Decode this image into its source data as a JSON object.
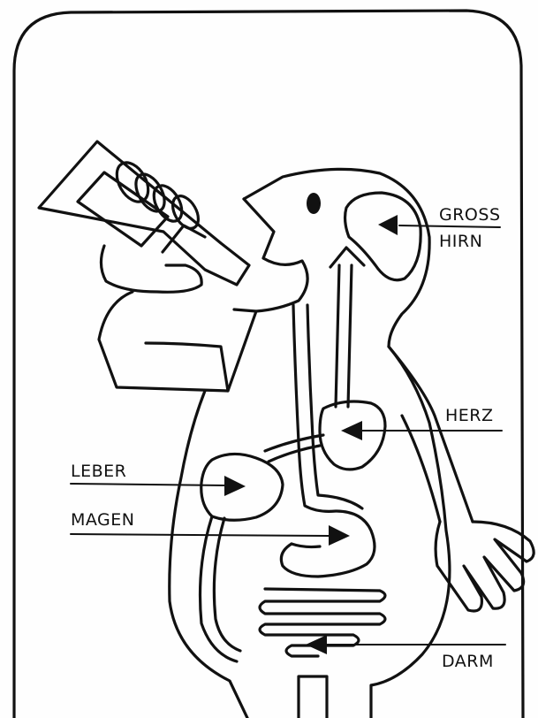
{
  "labels": {
    "gross": "GROSS",
    "hirn": "HIRN",
    "herz": "HERZ",
    "leber": "LEBER",
    "magen": "MAGEN",
    "darm": "DARM"
  },
  "colors": {
    "ink": "#111111",
    "paper": "#fefefe"
  }
}
